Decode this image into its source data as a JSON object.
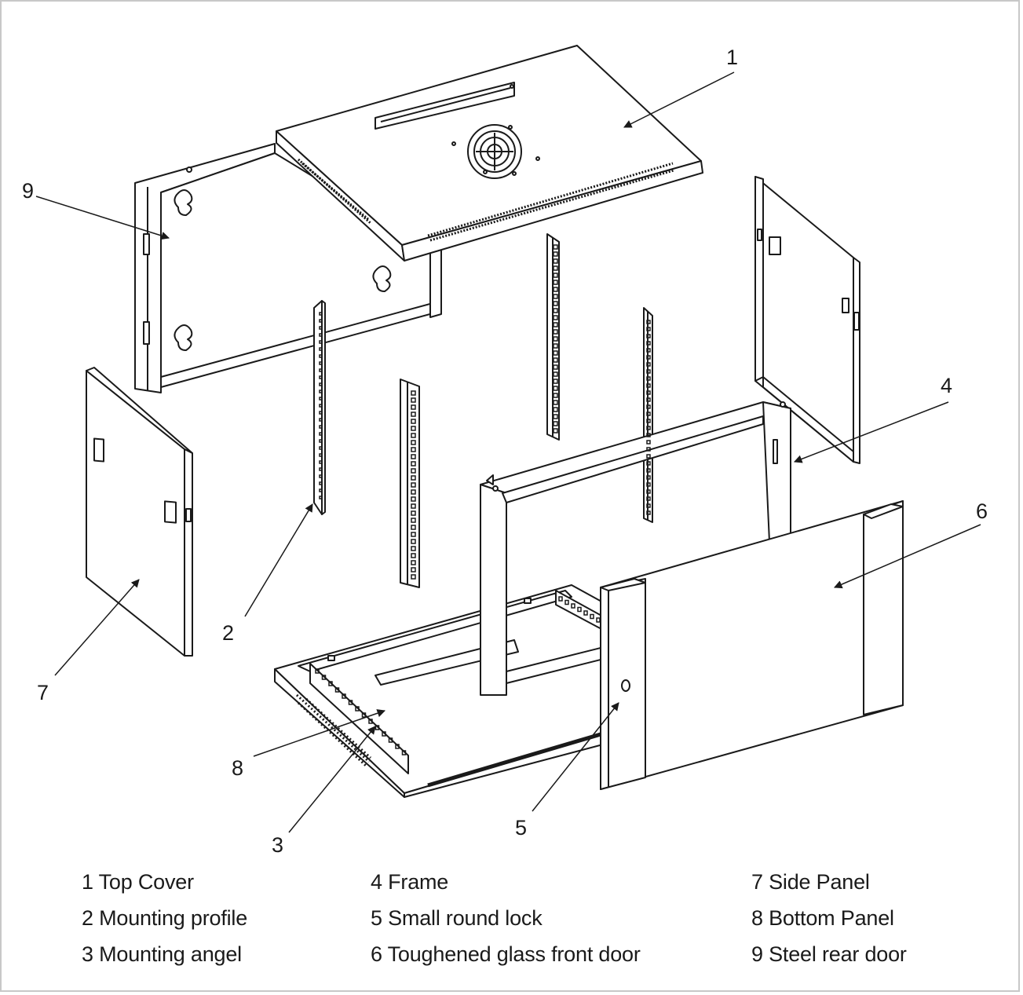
{
  "callouts": [
    "1",
    "2",
    "3",
    "4",
    "5",
    "6",
    "7",
    "8",
    "9"
  ],
  "legend": [
    [
      "1 Top Cover",
      "2 Mounting profile",
      "3 Mounting angel"
    ],
    [
      "4 Frame",
      "5 Small round lock",
      "6 Toughened glass front door"
    ],
    [
      "7 Side Panel",
      "8 Bottom Panel",
      "9 Steel rear door"
    ]
  ],
  "colors": {
    "line": "#1a1a1a",
    "fill": "#ffffff",
    "vent": "#1a1a1a",
    "frame": "#c8c8c8"
  }
}
